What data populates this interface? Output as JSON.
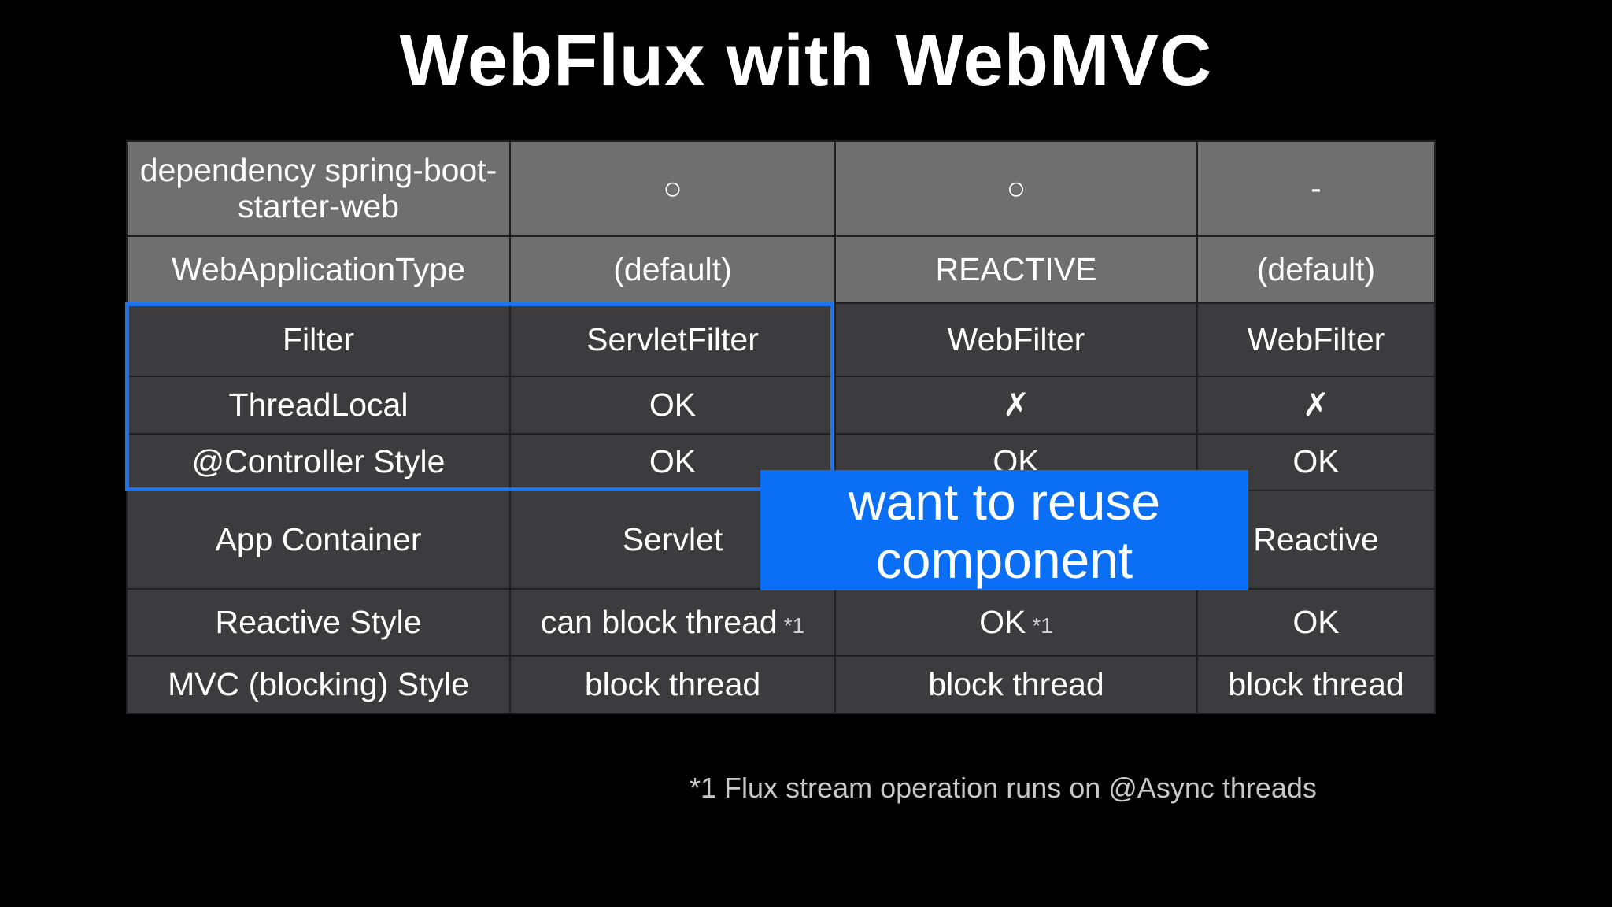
{
  "slide": {
    "title": "WebFlux with WebMVC",
    "footnote": "*1 Flux stream operation runs on @Async threads"
  },
  "table": {
    "rows": [
      {
        "style": "light",
        "cells": [
          {
            "text": "dependency  spring-boot-starter-web"
          },
          {
            "text": "○"
          },
          {
            "text": "○"
          },
          {
            "text": "-"
          }
        ]
      },
      {
        "style": "light",
        "cells": [
          {
            "text": "WebApplicationType"
          },
          {
            "text": "(default)"
          },
          {
            "text": "REACTIVE"
          },
          {
            "text": "(default)"
          }
        ]
      },
      {
        "style": "dark",
        "cells": [
          {
            "text": "Filter"
          },
          {
            "text": "ServletFilter"
          },
          {
            "text": "WebFilter"
          },
          {
            "text": "WebFilter"
          }
        ]
      },
      {
        "style": "dark",
        "cells": [
          {
            "text": "ThreadLocal"
          },
          {
            "text": "OK"
          },
          {
            "text": "✗"
          },
          {
            "text": "✗"
          }
        ]
      },
      {
        "style": "dark",
        "cells": [
          {
            "text": "@Controller Style"
          },
          {
            "text": "OK"
          },
          {
            "text": "OK"
          },
          {
            "text": "OK"
          }
        ]
      },
      {
        "style": "dark",
        "cells": [
          {
            "text": "App Container"
          },
          {
            "text": "Servlet"
          },
          {
            "text": ""
          },
          {
            "text": "Reactive"
          }
        ]
      },
      {
        "style": "dark",
        "cells": [
          {
            "text": "Reactive Style"
          },
          {
            "text": "can block thread",
            "note": "*1"
          },
          {
            "text": "OK",
            "note": "*1"
          },
          {
            "text": "OK"
          }
        ]
      },
      {
        "style": "dark",
        "cells": [
          {
            "text": "MVC (blocking) Style"
          },
          {
            "text": "block thread"
          },
          {
            "text": "block thread"
          },
          {
            "text": "block thread"
          }
        ]
      }
    ]
  },
  "callout": {
    "line1": "want to reuse",
    "line2": "component"
  },
  "colors": {
    "background": "#000000",
    "header_row": "#6f6f6f",
    "body_row": "#3c3c3e",
    "highlight_border": "#1f74f0",
    "callout_fill": "#0a6ff5"
  }
}
